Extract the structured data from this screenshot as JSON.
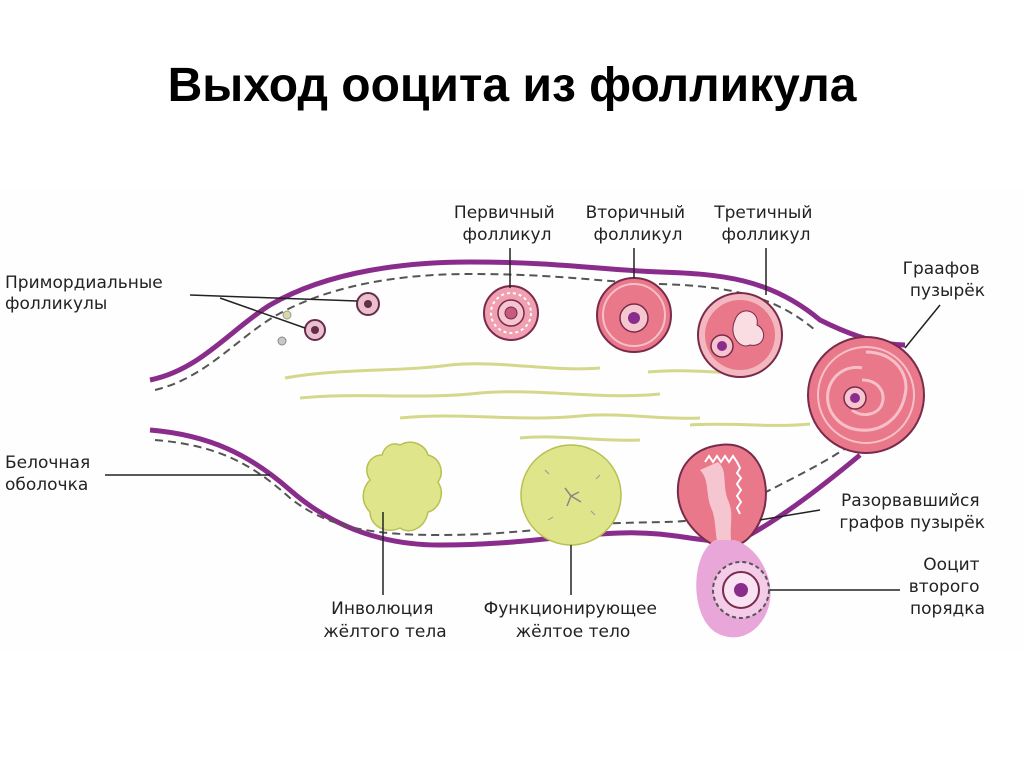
{
  "title": "Выход ооцита из фолликула",
  "labels": {
    "primordial": [
      "Примордиальные",
      "фолликулы"
    ],
    "primary": [
      "Первичный",
      "фолликул"
    ],
    "secondary": [
      "Вторичный",
      "фолликул"
    ],
    "tertiary": [
      "Третичный",
      "фолликул"
    ],
    "graafian": [
      "Граафов",
      "пузырёк"
    ],
    "tunica": [
      "Белочная",
      "оболочка"
    ],
    "involution": [
      "Инволюция",
      "жёлтого тела"
    ],
    "functioning": [
      "Функционирующее",
      "жёлтое тело"
    ],
    "ruptured": [
      "Разорвавшийся",
      "графов пузырёк"
    ],
    "oocyte": [
      "Ооцит",
      "второго",
      "порядка"
    ]
  },
  "colors": {
    "ovary_outline": "#8a2c8c",
    "follicle_pink": "#e8788a",
    "follicle_light": "#f3b7bf",
    "corpus_yellow": "#dfe58a",
    "cumulus": "#e9a6d8"
  }
}
